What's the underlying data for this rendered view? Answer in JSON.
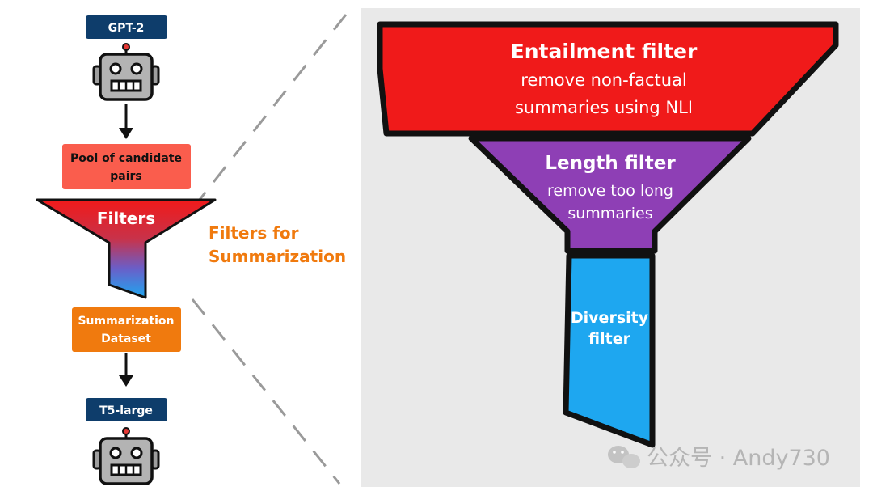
{
  "left_panel": {
    "top_model_label": "GPT-2",
    "pool_label_line1": "Pool of candidate",
    "pool_label_line2": "pairs",
    "funnel_label": "Filters",
    "side_label_line1": "Filters for",
    "side_label_line2": "Summarization",
    "dataset_label_line1": "Summarization",
    "dataset_label_line2": "Dataset",
    "bottom_model_label": "T5-large"
  },
  "right_panel": {
    "entailment_title": "Entailment filter",
    "entailment_line1": "remove non-factual",
    "entailment_line2": "summaries using NLI",
    "length_title": "Length filter",
    "length_line1": "remove too long",
    "length_line2": "summaries",
    "diversity_line1": "Diversity",
    "diversity_line2": "filter"
  },
  "watermark": "公众号 · Andy730",
  "colors": {
    "navy": "#0e3d6b",
    "red": "#f01a1a",
    "purple": "#8e3fb5",
    "blue": "#1ea7f0",
    "orange": "#f07a0e",
    "pool_fill": "#fa5d4d",
    "panel_bg": "#e9e9e9"
  },
  "icons": {
    "top_model": "robot-icon",
    "bottom_model": "robot-icon",
    "watermark": "wechat-icon"
  }
}
